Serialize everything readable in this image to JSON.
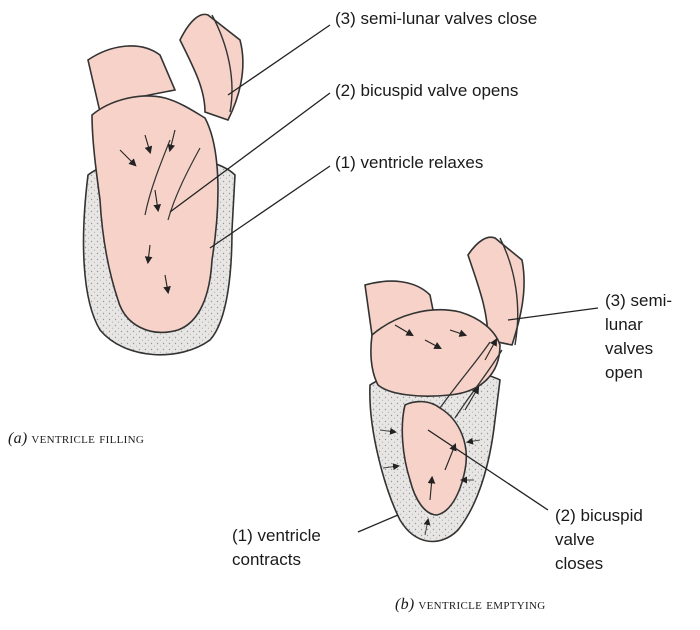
{
  "panel_a": {
    "caption_letter": "(a)",
    "caption_text": "ventricle filling",
    "labels": {
      "semilunar": "(3) semi-lunar valves close",
      "bicuspid": "(2) bicuspid valve opens",
      "ventricle": "(1) ventricle relaxes"
    }
  },
  "panel_b": {
    "caption_letter": "(b)",
    "caption_text": "ventricle emptying",
    "labels": {
      "semilunar": [
        "(3) semi-",
        "lunar",
        "valves",
        "open"
      ],
      "bicuspid": [
        "(2) bicuspid",
        "valve",
        "closes"
      ],
      "ventricle": [
        "(1) ventricle",
        "contracts"
      ]
    }
  },
  "colors": {
    "chamber": "#f6d2c8",
    "wall": "#e6e4e2",
    "outline": "#333333"
  }
}
